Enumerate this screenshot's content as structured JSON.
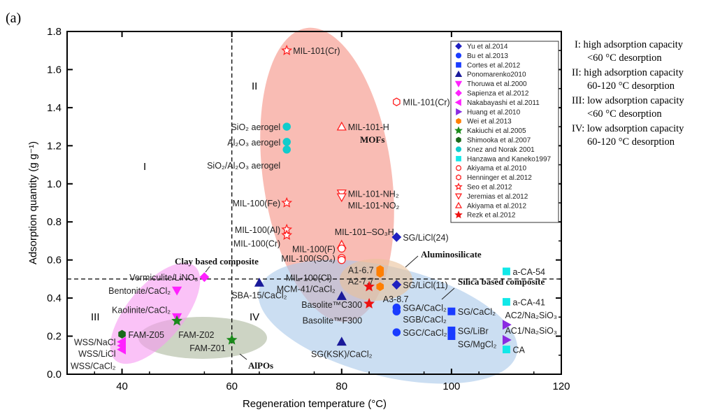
{
  "chart_data": {
    "type": "scatter",
    "panel_label": "(a)",
    "xlabel": "Regeneration temperature (°C)",
    "ylabel": "Adsorption quantity (g g⁻¹)",
    "xlim": [
      30,
      120
    ],
    "ylim": [
      0,
      1.8
    ],
    "xticks": [
      40,
      60,
      80,
      100,
      120
    ],
    "yticks": [
      0.0,
      0.2,
      0.4,
      0.6,
      0.8,
      1.0,
      1.2,
      1.4,
      1.6,
      1.8
    ],
    "reference_lines": {
      "x": 60,
      "y": 0.5
    },
    "quadrants": [
      "I",
      "II",
      "III",
      "IV"
    ],
    "groups": [
      "MOFs",
      "Clay based composite",
      "Aluminosilicate",
      "Silica based composite",
      "AlPOs"
    ],
    "notes": [
      "I:   high adsorption capacity",
      "<60 °C desorption",
      "II:  high adsorption capacity",
      "60-120 °C desorption",
      "III:  low adsorption capacity",
      "<60 °C desorption",
      "IV: low adsorption capacity",
      "60-120 °C desorption"
    ],
    "legend_position": "top-right",
    "series": [
      {
        "name": "Yu et al.2014",
        "marker": "diamond",
        "color": "#2020c0"
      },
      {
        "name": "Bu et al.2013",
        "marker": "circle-half",
        "color": "#1a3cff"
      },
      {
        "name": "Cortes et al.2012",
        "marker": "square-half",
        "color": "#1a3cff"
      },
      {
        "name": "Ponomarenko2010",
        "marker": "triangle-up",
        "color": "#1a1a9a"
      },
      {
        "name": "Thoruwa et al.2000",
        "marker": "triangle-down",
        "color": "#ff22ff"
      },
      {
        "name": "Sapienza et al.2012",
        "marker": "diamond",
        "color": "#ff22ff"
      },
      {
        "name": "Nakabayashi et al.2011",
        "marker": "triangle-left",
        "color": "#ff22ff"
      },
      {
        "name": "Huang et al.2010",
        "marker": "triangle-right",
        "color": "#8a2be2"
      },
      {
        "name": "Wei et al.2013",
        "marker": "hexagon-fill",
        "color": "#ff7f00"
      },
      {
        "name": "Kakiuchi et al.2005",
        "marker": "star",
        "color": "#1a8a1a"
      },
      {
        "name": "Shimooka et al.2007",
        "marker": "hexagon-fill",
        "color": "#1a6a1a"
      },
      {
        "name": "Knez and Norak 2001",
        "marker": "sphere",
        "color": "#11cccc"
      },
      {
        "name": "Hanzawa and Kaneko1997",
        "marker": "square",
        "color": "#11e8e8"
      },
      {
        "name": "Akiyama et al.2010",
        "marker": "circle-open",
        "color": "#ff2020"
      },
      {
        "name": "Henninger et al.2012",
        "marker": "hexagon-open",
        "color": "#ff2020"
      },
      {
        "name": "Seo et al.2012",
        "marker": "star-open",
        "color": "#ff2020"
      },
      {
        "name": "Jeremias et al.2012",
        "marker": "triangle-down-open",
        "color": "#ff2020"
      },
      {
        "name": "Akiyama et al.2012",
        "marker": "triangle-up-open",
        "color": "#ff2020"
      },
      {
        "name": "Rezk et al.2012",
        "marker": "star",
        "color": "#ee1111"
      }
    ],
    "points": [
      {
        "s": 15,
        "x": 70,
        "y": 1.7,
        "label": "MIL-101(Cr)",
        "side": "right"
      },
      {
        "s": 14,
        "x": 90,
        "y": 1.43,
        "label": "MIL-101(Cr)",
        "side": "right"
      },
      {
        "s": 17,
        "x": 80,
        "y": 1.3,
        "label": "MIL-101-H",
        "side": "right"
      },
      {
        "s": 11,
        "x": 70,
        "y": 1.3,
        "label": "SiO₂ aerogel",
        "side": "left"
      },
      {
        "s": 11,
        "x": 70,
        "y": 1.22,
        "label": "Al₂O₃ aerogel",
        "side": "left"
      },
      {
        "s": 11,
        "x": 70,
        "y": 1.18,
        "label": "SiO₂/Al₂O₃ aerogel",
        "side": "left"
      },
      {
        "s": 16,
        "x": 80,
        "y": 0.95,
        "label": "MIL-101-NH₂",
        "side": "right"
      },
      {
        "s": 16,
        "x": 80,
        "y": 0.93,
        "label": "MIL-101-NO₂",
        "side": "right-low"
      },
      {
        "s": 15,
        "x": 70,
        "y": 0.9,
        "label": "MIL-100(Fe)",
        "side": "left"
      },
      {
        "s": 15,
        "x": 70,
        "y": 0.76,
        "label": "MIL-100(Al)",
        "side": "left"
      },
      {
        "s": 15,
        "x": 70,
        "y": 0.73,
        "label": "MIL-100(Cr)",
        "side": "left-low"
      },
      {
        "s": 17,
        "x": 80,
        "y": 0.68,
        "label": "MIL-101–SO₃H",
        "side": "above"
      },
      {
        "s": 13,
        "x": 80,
        "y": 0.66,
        "label": "MIL-100(F)",
        "side": "left"
      },
      {
        "s": 13,
        "x": 80,
        "y": 0.61,
        "label": "MIL-100(SO₄)",
        "side": "left"
      },
      {
        "s": 13,
        "x": 80,
        "y": 0.6,
        "label": "MIL-100(Cl)",
        "side": "left-far"
      },
      {
        "s": 0,
        "x": 90,
        "y": 0.72,
        "label": "SG/LiCl(24)",
        "side": "right"
      },
      {
        "s": 8,
        "x": 87,
        "y": 0.55,
        "label": "A1-6.7",
        "side": "left"
      },
      {
        "s": 8,
        "x": 87,
        "y": 0.53,
        "label": "A2-7.7",
        "side": "left-low"
      },
      {
        "s": 8,
        "x": 87,
        "y": 0.46,
        "label": "A3-8.7",
        "side": "below"
      },
      {
        "s": 18,
        "x": 85,
        "y": 0.46,
        "label": "Basolite™C300",
        "side": "below-left"
      },
      {
        "s": 18,
        "x": 85,
        "y": 0.37,
        "label": "Basolite™F300",
        "side": "below-left2"
      },
      {
        "s": 3,
        "x": 80,
        "y": 0.41,
        "label": "MCM-41/CaCl₂",
        "side": "left-high"
      },
      {
        "s": 3,
        "x": 65,
        "y": 0.48,
        "label": "SBA-15/CaCl₂",
        "side": "below"
      },
      {
        "s": 0,
        "x": 90,
        "y": 0.47,
        "label": "SG/LiCl(11)",
        "side": "right"
      },
      {
        "s": 1,
        "x": 90,
        "y": 0.35,
        "label": "SGA/CaCl₂",
        "side": "right"
      },
      {
        "s": 1,
        "x": 90,
        "y": 0.33,
        "label": "SGB/CaCl₂",
        "side": "right-low"
      },
      {
        "s": 1,
        "x": 90,
        "y": 0.22,
        "label": "SGC/CaCl₂",
        "side": "right"
      },
      {
        "s": 3,
        "x": 80,
        "y": 0.17,
        "label": "SG(KSK)/CaCl₂",
        "side": "below"
      },
      {
        "s": 2,
        "x": 100,
        "y": 0.33,
        "label": "SG/CaCl₂",
        "side": "right"
      },
      {
        "s": 2,
        "x": 100,
        "y": 0.23,
        "label": "SG/LiBr",
        "side": "right"
      },
      {
        "s": 2,
        "x": 100,
        "y": 0.2,
        "label": "SG/MgCl₂",
        "side": "right-low"
      },
      {
        "s": 12,
        "x": 110,
        "y": 0.54,
        "label": "a-CA-54",
        "side": "right"
      },
      {
        "s": 12,
        "x": 110,
        "y": 0.38,
        "label": "a-CA-41",
        "side": "right"
      },
      {
        "s": 12,
        "x": 110,
        "y": 0.13,
        "label": "CA",
        "side": "right"
      },
      {
        "s": 7,
        "x": 110,
        "y": 0.26,
        "label": "AC2/Na₂SiO₃",
        "side": "above-right"
      },
      {
        "s": 7,
        "x": 110,
        "y": 0.18,
        "label": "AC1/Na₂SiO₃",
        "side": "above-right"
      },
      {
        "s": 5,
        "x": 55,
        "y": 0.51,
        "label": "Vermiculite/LiNO₃",
        "side": "left"
      },
      {
        "s": 4,
        "x": 50,
        "y": 0.44,
        "label": "Bentonite/CaCl₂",
        "side": "left"
      },
      {
        "s": 4,
        "x": 50,
        "y": 0.3,
        "label": "Kaolinite/CaCl₂",
        "side": "left-high"
      },
      {
        "s": 9,
        "x": 50,
        "y": 0.28,
        "label": "FAM-Z02",
        "side": "below"
      },
      {
        "s": 9,
        "x": 60,
        "y": 0.18,
        "label": "FAM-Z01",
        "side": "left-low"
      },
      {
        "s": 10,
        "x": 40,
        "y": 0.21,
        "label": "FAM-Z05",
        "side": "right"
      },
      {
        "s": 6,
        "x": 40,
        "y": 0.17,
        "label": "WSS/NaCl",
        "side": "left"
      },
      {
        "s": 6,
        "x": 40,
        "y": 0.15,
        "label": "WSS/LiCl",
        "side": "left-low"
      },
      {
        "s": 6,
        "x": 40,
        "y": 0.13,
        "label": "WSS/CaCl₂",
        "side": "left-low2"
      }
    ]
  }
}
